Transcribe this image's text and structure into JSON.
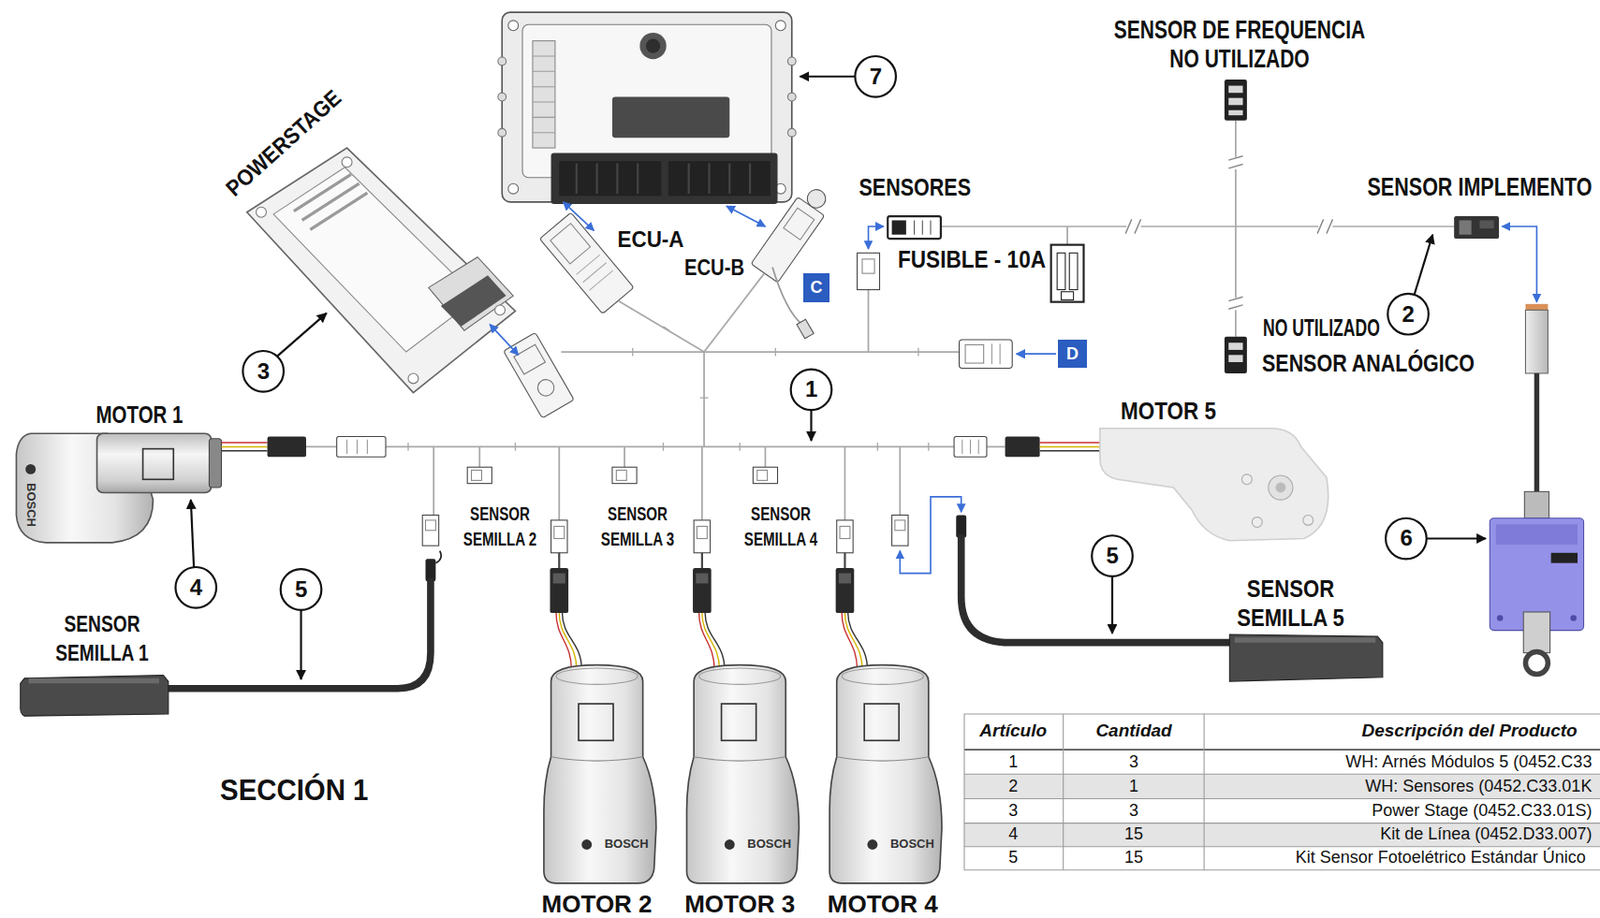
{
  "diagram": {
    "nodes": [
      {
        "text": [
          "C"
        ]
      },
      {
        "text": [
          "D"
        ]
      }
    ],
    "labels": [
      "POWERSTAGE",
      "7",
      "ECU-A",
      "ECU-B",
      "SENSORES",
      "FUSIBLE - 10A",
      "SENSOR DE FREQUENCIA NO UTILIZADO",
      "SENSOR IMPLEMENTO",
      "2",
      "NO UTILIZADO",
      "SENSOR ANALÓGICO",
      "3",
      "1",
      "MOTOR 1",
      "MOTOR 5",
      "SENSOR SEMILLA 2",
      "SENSOR SEMILLA 3",
      "SENSOR SEMILLA 4",
      "BOSCH",
      "4",
      "5",
      "5",
      "6",
      "SENSOR SEMILLA 1",
      "SENSOR SEMILLA 5",
      "SECCIÓN 1",
      "BOSCH",
      "BOSCH",
      "BOSCH",
      "MOTOR 2",
      "MOTOR 3",
      "MOTOR 4",
      "Artículo",
      "Cantidad",
      "Descripción del Producto",
      "1",
      "3",
      "WH: Arnés Módulos 5 (0452.C33",
      "2",
      "1",
      "WH: Sensores (0452.C33.01K",
      "3",
      "3",
      "Power Stage (0452.C33.01S)",
      "4",
      "15",
      "Kit de Línea (0452.D33.007)",
      "5",
      "15",
      "Kit Sensor Fotoelétrico Estándar Único"
    ]
  }
}
